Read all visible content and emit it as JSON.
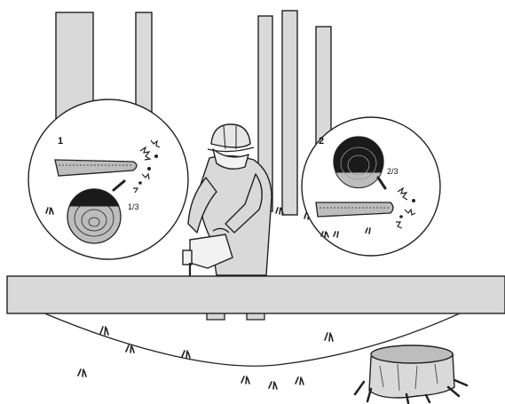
{
  "figure": {
    "colors": {
      "outline": "#222222",
      "fill_light": "#d9d9d9",
      "fill_mid": "#bdbdbd",
      "fill_dark": "#1a1a1a",
      "background": "#ffffff"
    }
  },
  "detail_1": {
    "step_label": "1",
    "cut_fraction": "1/3",
    "icons": [
      "chainsaw-bar-icon",
      "log-cross-section-icon",
      "sawdust-chips-icon"
    ]
  },
  "detail_2": {
    "step_label": "2",
    "cut_fraction": "2/3",
    "icons": [
      "log-cross-section-icon",
      "chainsaw-bar-icon",
      "sawdust-chips-icon"
    ]
  },
  "scene": {
    "elements": [
      "tree-trunk-icon",
      "worker-with-helmet-icon",
      "chainsaw-icon",
      "fallen-log-icon",
      "tree-stump-icon",
      "grass-tuft-icon"
    ]
  }
}
